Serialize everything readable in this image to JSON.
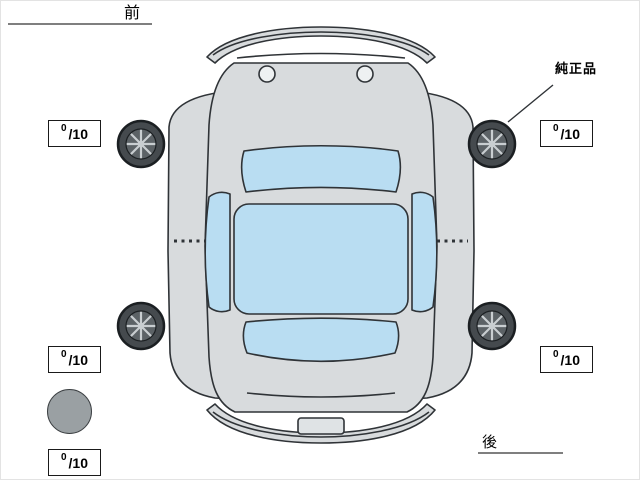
{
  "diagram": {
    "description": "used-car tire condition top view diagram"
  },
  "labels": {
    "front": "前",
    "rear": "後",
    "genuine_part": "純正品"
  },
  "ratings": {
    "front_left": {
      "score": "0",
      "denominator": "/10"
    },
    "front_right": {
      "score": "0",
      "denominator": "/10"
    },
    "rear_left": {
      "score": "0",
      "denominator": "/10"
    },
    "rear_right": {
      "score": "0",
      "denominator": "/10"
    },
    "spare": {
      "score": "0",
      "denominator": "/10"
    }
  },
  "colors": {
    "background": "#ffffff",
    "car_body": "#d8dbdd",
    "outline": "#2f3337",
    "glass": "#b9ddf2",
    "wheel_dark": "#454a4e",
    "wheel_spoke": "#c9ced1",
    "spare_tire": "#9aa0a3"
  },
  "icons": {
    "wheel_front_left": "wheel-icon",
    "wheel_front_right": "wheel-icon",
    "wheel_rear_left": "wheel-icon",
    "wheel_rear_right": "wheel-icon",
    "spare_tire": "spare-tire-icon"
  }
}
